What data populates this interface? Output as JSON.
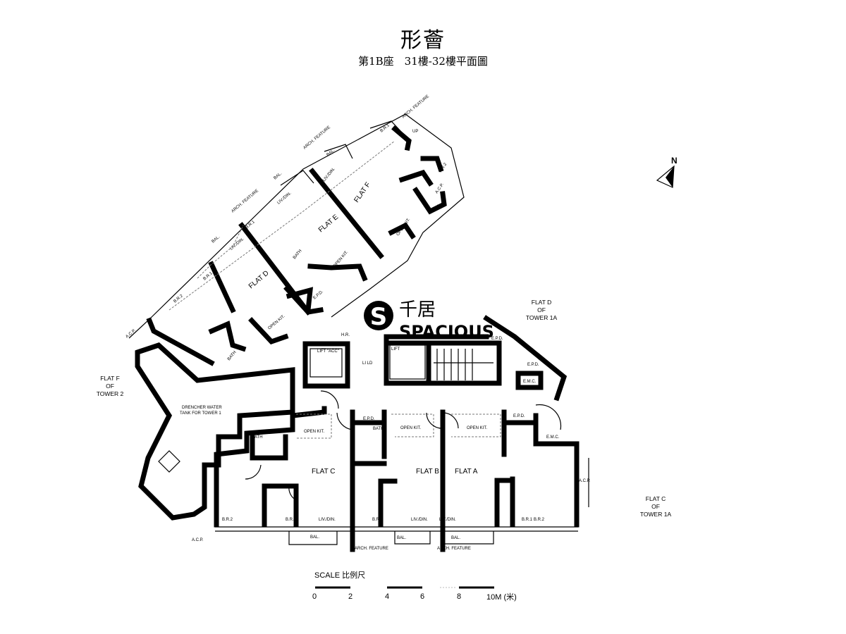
{
  "title": "形薈",
  "subtitle": "第1B座　31樓-32樓平面圖",
  "north_label": "N",
  "logo": {
    "chinese": "千居",
    "english": "SPACIOUS",
    "mark": "S"
  },
  "scale": {
    "label": "SCALE 比例尺",
    "ticks": [
      "0",
      "2",
      "4",
      "6",
      "8",
      "10M (米)"
    ]
  },
  "neighbours": {
    "tower1a_d": [
      "FLAT D",
      "OF",
      "TOWER 1A"
    ],
    "tower2_f": [
      "FLAT F",
      "OF",
      "TOWER 2"
    ],
    "tower1a_c": [
      "FLAT C",
      "OF",
      "TOWER 1A"
    ]
  },
  "tank": [
    "DRENCHER WATER",
    "TANK FOR TOWER 1"
  ],
  "flats": {
    "a": "FLAT A",
    "b": "FLAT B",
    "c": "FLAT C",
    "d": "FLAT D",
    "e": "FLAT E",
    "f": "FLAT F"
  },
  "rooms": {
    "open_kit": "OPEN KIT.",
    "bath": "BATH",
    "epd": "E.P.D.",
    "emc": "E.M.C.",
    "acp": "A.C.P.",
    "br1": "B.R.1",
    "br2": "B.R.2",
    "livdin": "LIV./DIN.",
    "bal": "BAL.",
    "arch": "ARCH. FEATURE",
    "lift_acc": "LIFT \"ACC\"",
    "lift": "LIFT",
    "hr": "H.R.",
    "lld": "LI LD",
    "up": "UP"
  }
}
